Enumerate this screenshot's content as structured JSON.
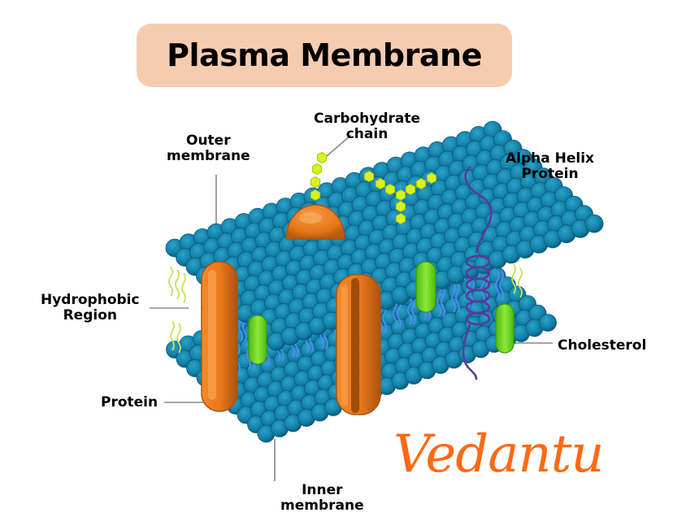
{
  "title": "Plasma Membrane",
  "labels": {
    "carbohydrate_chain": [
      "Carbohydrate",
      "chain"
    ],
    "outer_membrane": [
      "Outer",
      "membrane"
    ],
    "alpha_helix_protein": [
      "Alpha Helix",
      "Protein"
    ],
    "hydrophobic_region": [
      "Hydrophobic",
      "Region"
    ],
    "protein": [
      "Protein"
    ],
    "cholesterol": [
      "Cholesterol"
    ],
    "inner_membrane": [
      "Inner",
      "membrane"
    ]
  },
  "logo": "Vedantu",
  "colors": {
    "title_bg": "#f6ccb0",
    "lipid_head": "#137ea6",
    "lipid_head_dark": "#0b5c7c",
    "lipid_tail": "#4f8cf5",
    "hydrophobic_tail": "#c4e35a",
    "protein": "#f07d1a",
    "protein_dark": "#b65b0f",
    "cholesterol": "#6fd11e",
    "carbohydrate": "#d8f21f",
    "alpha_helix": "#5a3a9a",
    "leader_line": "#888888",
    "logo": "#ff6a13"
  }
}
